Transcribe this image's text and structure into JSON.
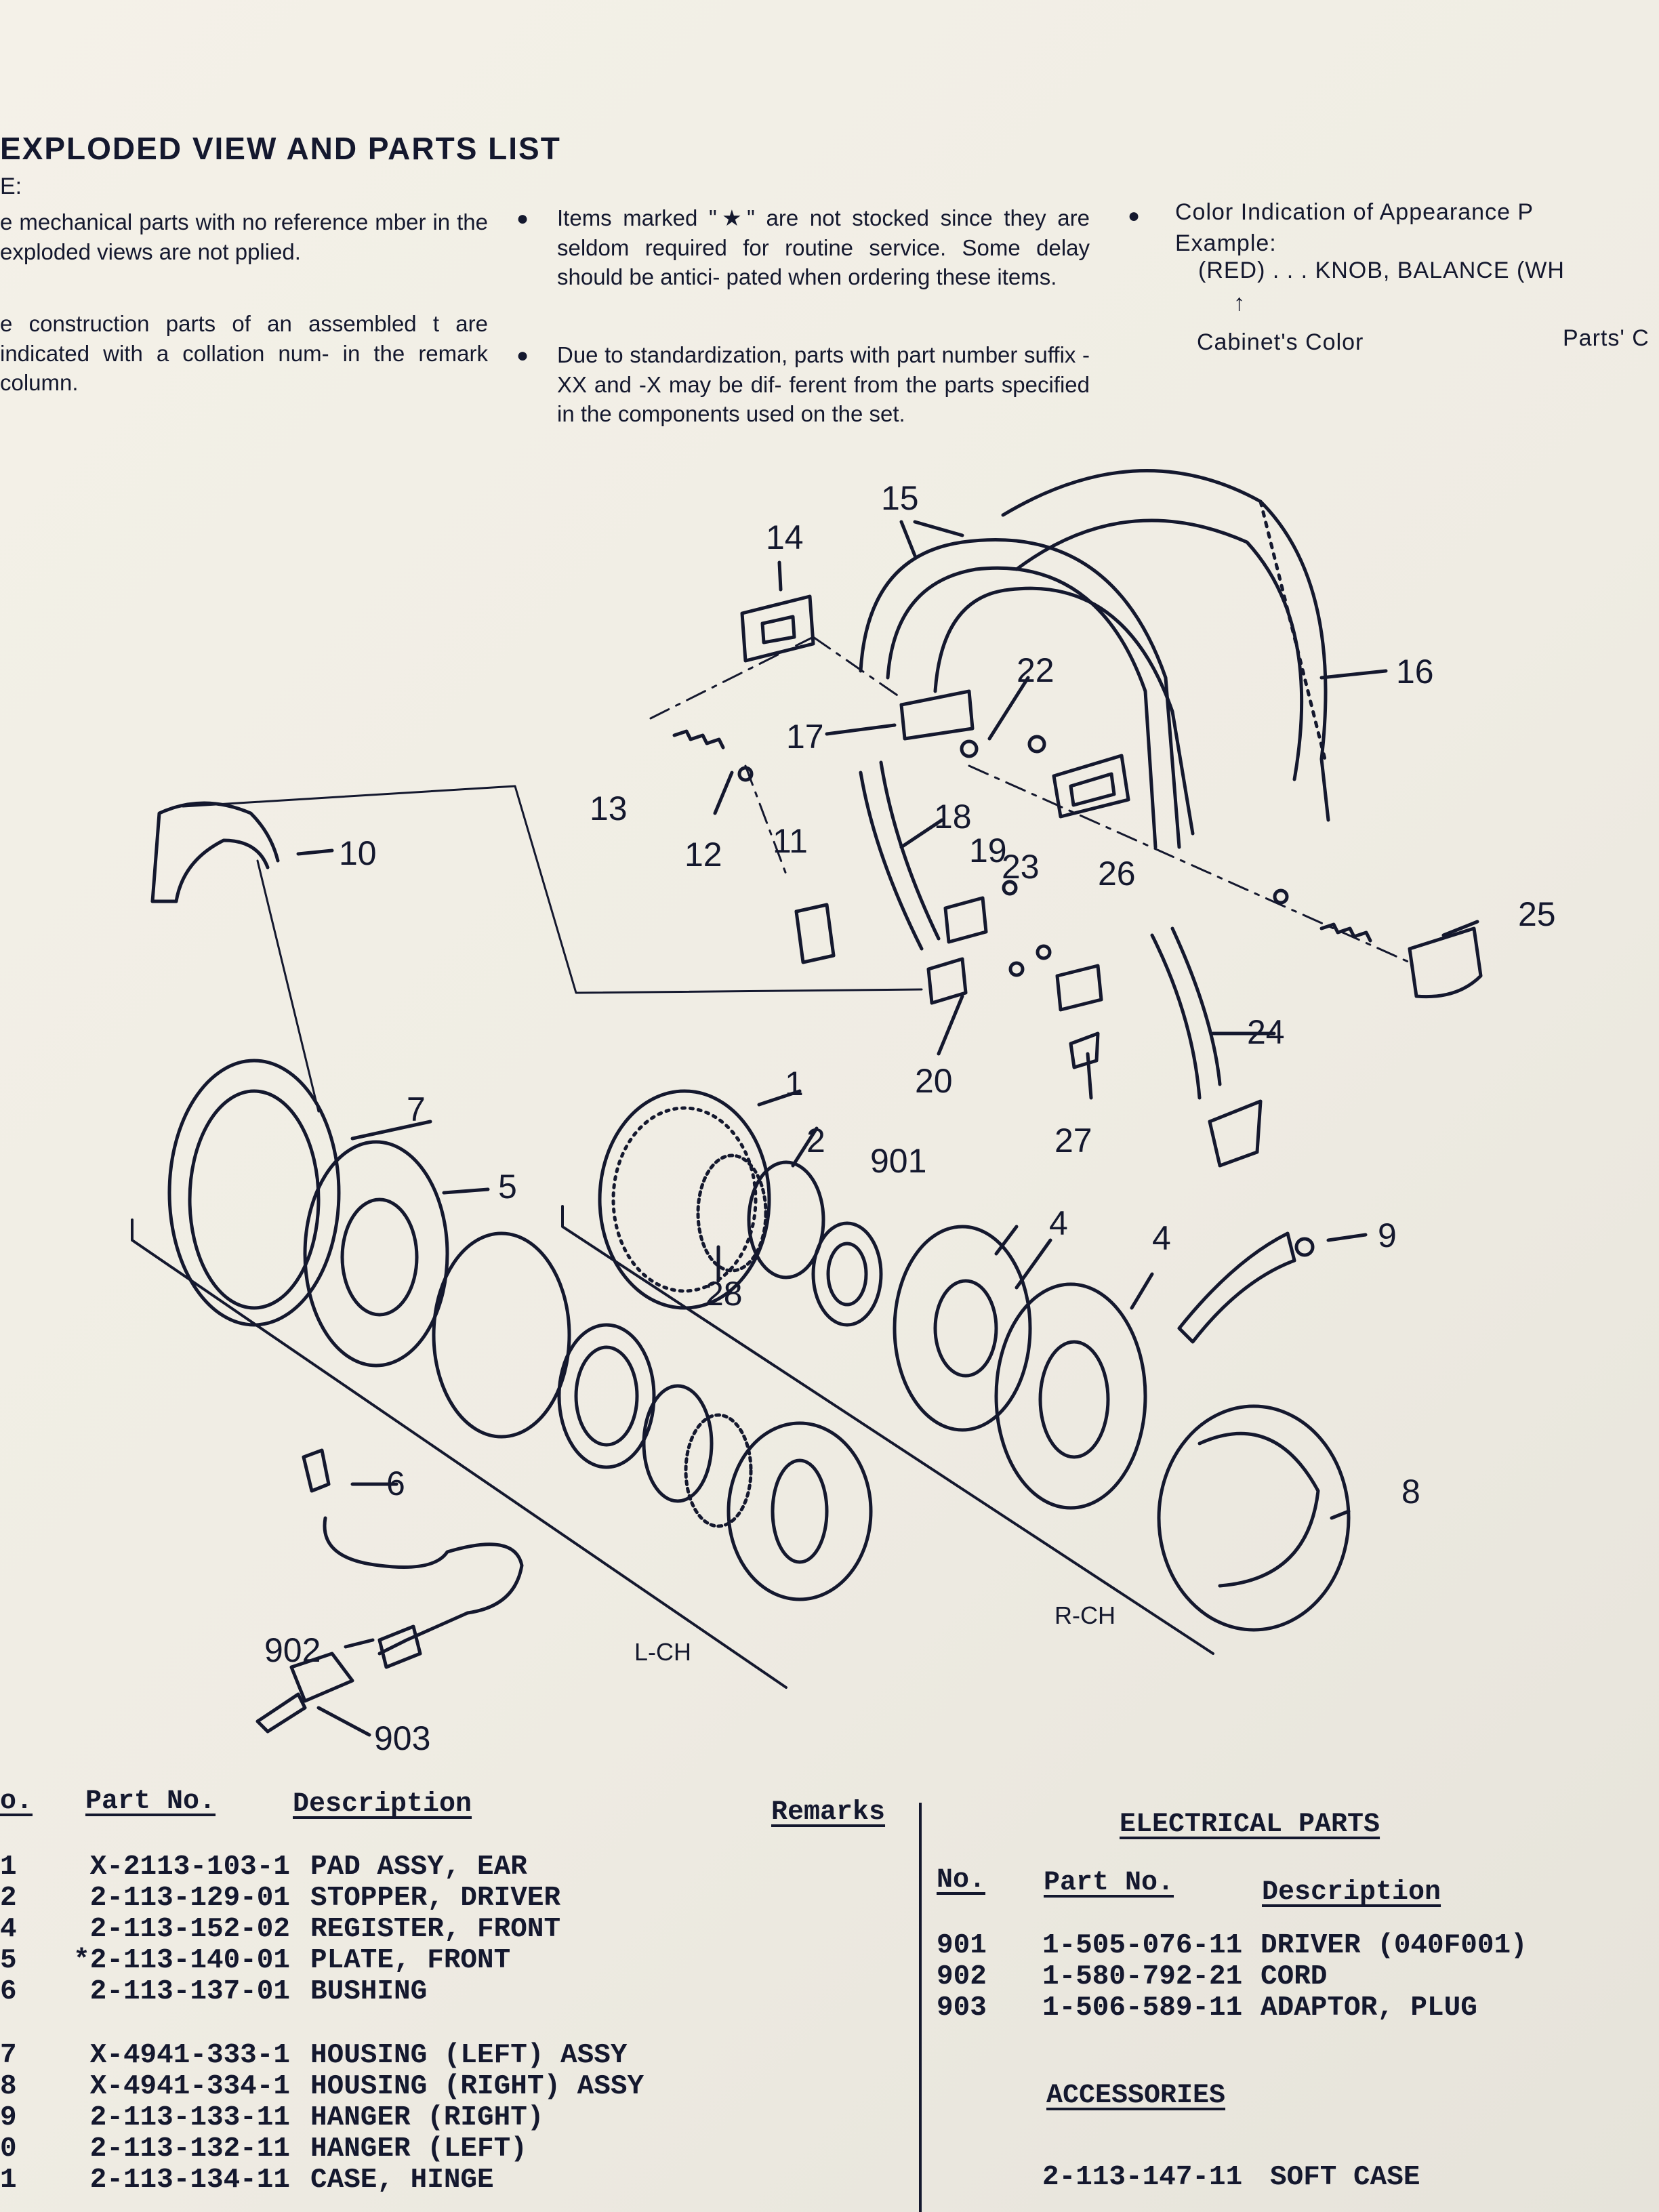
{
  "page": {
    "title": "EXPLODED VIEW AND PARTS LIST",
    "note_label": "E:",
    "notes_left": [
      "e mechanical parts with no reference mber in the exploded views are not pplied.",
      "e construction parts of an assembled t are indicated with a collation num- in the remark column."
    ],
    "notes_middle": [
      "Items marked \"★\" are not stocked since they are seldom required for routine service. Some delay should be antici- pated when ordering these items.",
      "Due to standardization, parts with part number suffix -XX and -X may be dif- ferent from the parts specified in the components used on the set."
    ],
    "color_note": {
      "line1": "Color Indication of Appearance P",
      "line2": "Example:",
      "line3": "(RED) . . . KNOB, BALANCE (WH",
      "arrow": "↑",
      "cabinet": "Cabinet's Color",
      "parts": "Parts' C"
    }
  },
  "diagram": {
    "callouts": [
      "15",
      "14",
      "16",
      "22",
      "17",
      "13",
      "12",
      "11",
      "18",
      "19",
      "23",
      "26",
      "10",
      "25",
      "24",
      "20",
      "1",
      "2",
      "901",
      "7",
      "5",
      "4",
      "9",
      "27",
      "28",
      "6",
      "8",
      "902",
      "903"
    ],
    "channel_left": "L-CH",
    "channel_right": "R-CH"
  },
  "parts_list": {
    "headers": {
      "no": "o.",
      "part_no": "Part No.",
      "description": "Description",
      "remarks": "Remarks"
    },
    "rows": [
      {
        "no": "1",
        "part_no": "X-2113-103-1",
        "description": "PAD ASSY, EAR"
      },
      {
        "no": "2",
        "part_no": "2-113-129-01",
        "description": "STOPPER, DRIVER"
      },
      {
        "no": "4",
        "part_no": "2-113-152-02",
        "description": "REGISTER, FRONT"
      },
      {
        "no": "5",
        "part_no": "*2-113-140-01",
        "description": "PLATE, FRONT"
      },
      {
        "no": "6",
        "part_no": "2-113-137-01",
        "description": "BUSHING"
      },
      {
        "no": "7",
        "part_no": "X-4941-333-1",
        "description": "HOUSING (LEFT) ASSY"
      },
      {
        "no": "8",
        "part_no": "X-4941-334-1",
        "description": "HOUSING (RIGHT) ASSY"
      },
      {
        "no": "9",
        "part_no": "2-113-133-11",
        "description": "HANGER (RIGHT)"
      },
      {
        "no": "0",
        "part_no": "2-113-132-11",
        "description": "HANGER (LEFT)"
      },
      {
        "no": "1",
        "part_no": "2-113-134-11",
        "description": "CASE, HINGE"
      }
    ]
  },
  "electrical_parts": {
    "title": "ELECTRICAL PARTS",
    "headers": {
      "no": "No.",
      "part_no": "Part No.",
      "description": "Description"
    },
    "rows": [
      {
        "no": "901",
        "part_no": "1-505-076-11",
        "description": "DRIVER (040F001)"
      },
      {
        "no": "902",
        "part_no": "1-580-792-21",
        "description": "CORD"
      },
      {
        "no": "903",
        "part_no": "1-506-589-11",
        "description": "ADAPTOR, PLUG"
      }
    ]
  },
  "accessories": {
    "title": "ACCESSORIES",
    "rows": [
      {
        "part_no": "2-113-147-11",
        "description": "SOFT CASE"
      }
    ]
  }
}
